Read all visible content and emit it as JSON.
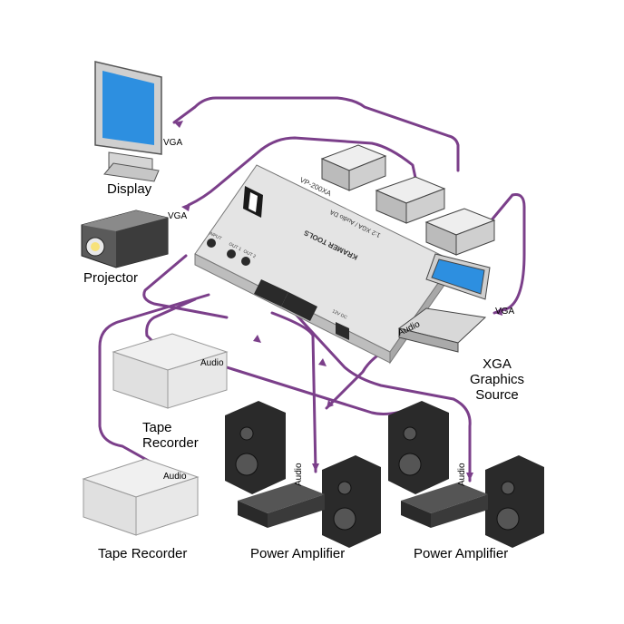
{
  "colors": {
    "cable": "#7b3f8a",
    "device": "#d9d9d9",
    "dark": "#2a2a2a",
    "screen": "#2d8fe0"
  },
  "device": {
    "model": "VP-200XA",
    "brand": "KRAMER TOOLS",
    "subtitle": "1:2 XGA / Audio DA",
    "ports": {
      "input": "INPUT",
      "out1": "OUT 1",
      "out2": "OUT 2",
      "dc": "12V DC"
    }
  },
  "labels": {
    "display": "Display",
    "projector": "Projector",
    "tape_recorder_1": "Tape\nRecorder",
    "tape_recorder_2": "Tape Recorder",
    "power_amp_1": "Power Amplifier",
    "power_amp_2": "Power Amplifier",
    "xga_source": "XGA\nGraphics\nSource"
  },
  "small_labels": {
    "vga_display": "VGA",
    "vga_projector": "VGA",
    "vga_laptop": "VGA",
    "audio_laptop": "Audio",
    "audio_tape1": "Audio",
    "audio_tape2": "Audio",
    "audio_amp1": "Audio",
    "audio_amp2": "Audio"
  }
}
